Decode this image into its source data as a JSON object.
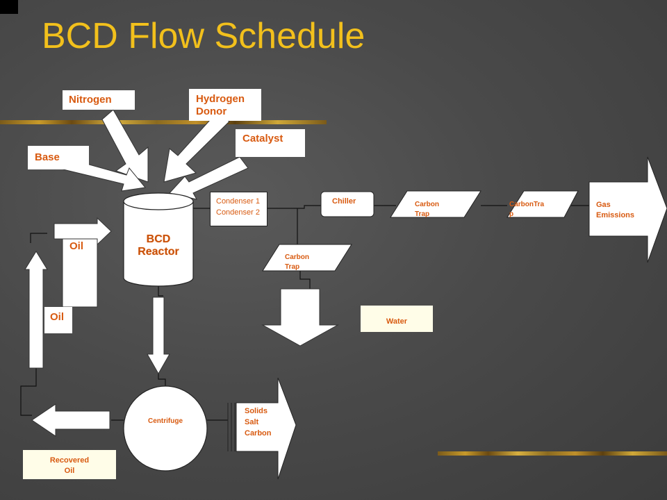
{
  "title": "BCD Flow Schedule",
  "inputs": {
    "nitrogen": "Nitrogen",
    "hydrogen_donor_line1": "Hydrogen",
    "hydrogen_donor_line2": "Donor",
    "catalyst": "Catalyst",
    "base": "Base"
  },
  "reactor": {
    "line1": "BCD",
    "line2": "Reactor"
  },
  "condenser": {
    "line1": "Condenser  1",
    "line2": "Condenser  2"
  },
  "chiller": "Chiller",
  "carbon_trap_1": {
    "line1": "Carbon",
    "line2": "Trap"
  },
  "carbon_trap_2": {
    "line1": "CarbonTra",
    "line2": "p"
  },
  "carbon_trap_3": {
    "line1": "Carbon",
    "line2": "Trap"
  },
  "gas_emissions": {
    "line1": "Gas",
    "line2": "Emissions"
  },
  "water": "Water",
  "oil_upper": "Oil",
  "oil_lower": "Oil",
  "centrifuge": "Centrifuge",
  "solids": {
    "line1": "Solids",
    "line2": "Salt",
    "line3": "Carbon"
  },
  "recovered_oil": {
    "line1": "Recovered",
    "line2": "Oil"
  },
  "colors": {
    "title": "#f2c01c",
    "accent_text": "#d85a10",
    "background": "#4a4a4a"
  }
}
